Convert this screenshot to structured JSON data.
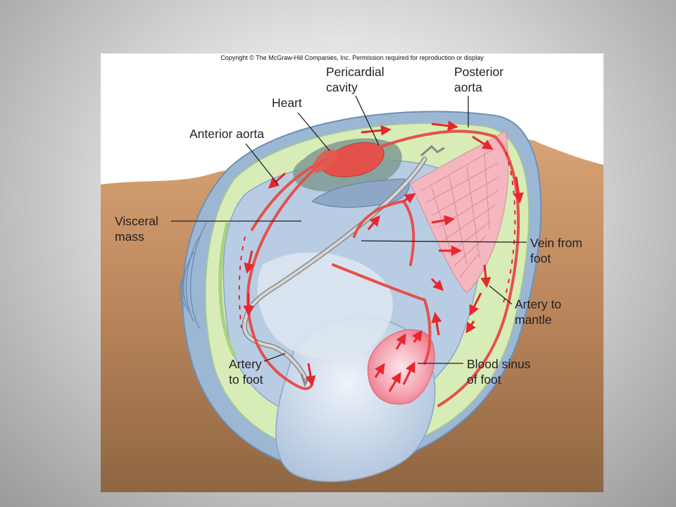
{
  "copyright": "Copyright © The McGraw-Hill Companies, Inc. Permission required for reproduction or display",
  "colors": {
    "background_gray": "#9a9a9a",
    "sediment": "#c18c5d",
    "shell": "#9bb7d4",
    "mantle_green": "#d7ecb7",
    "visceral_blue": "#b8cde4",
    "vessel_red": "#e4514a",
    "arrow_red": "#e8262d",
    "gill_pink": "#f4b6bf",
    "blood_sinus": "#f07f8e",
    "nerve_gray": "#d6d6d6"
  },
  "labels": {
    "pericardial_cavity": [
      "Pericardial",
      "cavity"
    ],
    "posterior_aorta": [
      "Posterior",
      "aorta"
    ],
    "heart": [
      "Heart"
    ],
    "anterior_aorta": [
      "Anterior aorta"
    ],
    "visceral_mass": [
      "Visceral",
      "mass"
    ],
    "vein_from_foot": [
      "Vein from",
      "foot"
    ],
    "artery_to_mantle": [
      "Artery to",
      "mantle"
    ],
    "artery_to_foot": [
      "Artery",
      "to foot"
    ],
    "blood_sinus_of_foot": [
      "Blood sinus",
      "of foot"
    ]
  }
}
